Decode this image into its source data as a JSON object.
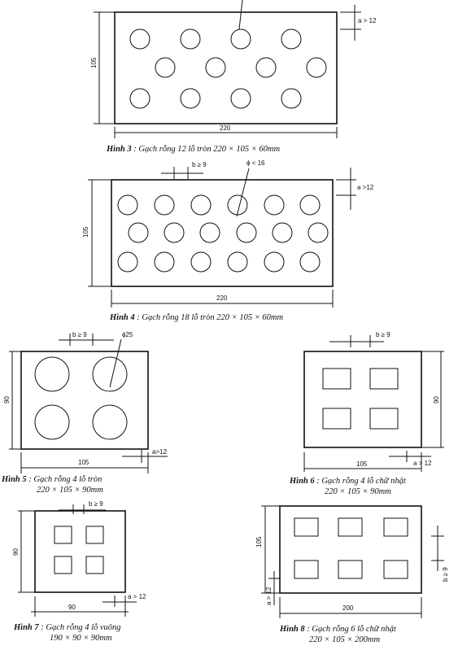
{
  "figures": [
    {
      "id": "fig3",
      "caption_label": "Hình 3",
      "caption_text": ": Gạch rỗng 12 lỗ tròn 220 × 105 × 60mm",
      "dim_width": "220",
      "dim_height": "105",
      "note_a": "a > 12"
    },
    {
      "id": "fig4",
      "caption_label": "Hình 4",
      "caption_text": ": Gạch rỗng 18 lỗ tròn 220 × 105 × 60mm",
      "dim_width": "220",
      "dim_height": "105",
      "note_a": "a >12",
      "note_b": "b ≥ 9",
      "note_phi": "ϕ < 16"
    },
    {
      "id": "fig5",
      "caption_label": "Hình 5",
      "caption_text": ": Gạch rỗng 4 lỗ tròn",
      "caption_line2": "220 × 105 × 90mm",
      "dim_width": "105",
      "dim_height": "90",
      "note_a": "a>12",
      "note_b": "b ≥ 9",
      "note_phi": "ϕ25"
    },
    {
      "id": "fig6",
      "caption_label": "Hình 6",
      "caption_text": ": Gạch rỗng 4 lỗ chữ nhật",
      "caption_line2": "220 × 105 × 90mm",
      "dim_width": "105",
      "dim_height": "90",
      "note_a": "a > 12",
      "note_b": "b ≥ 9"
    },
    {
      "id": "fig7",
      "caption_label": "Hình 7",
      "caption_text": ": Gạch rỗng 4 lỗ vuông",
      "caption_line2": "190 × 90 × 90mm",
      "dim_width": "90",
      "dim_height": "90",
      "note_a": "a > 12",
      "note_b": "b ≥ 9"
    },
    {
      "id": "fig8",
      "caption_label": "Hình 8",
      "caption_text": ": Gạch rỗng 6 lỗ chữ nhật",
      "caption_line2": "220 × 105 × 200mm",
      "dim_width": "200",
      "dim_height": "105",
      "note_a": "a > 12",
      "note_b": "b ≥ 9"
    }
  ]
}
